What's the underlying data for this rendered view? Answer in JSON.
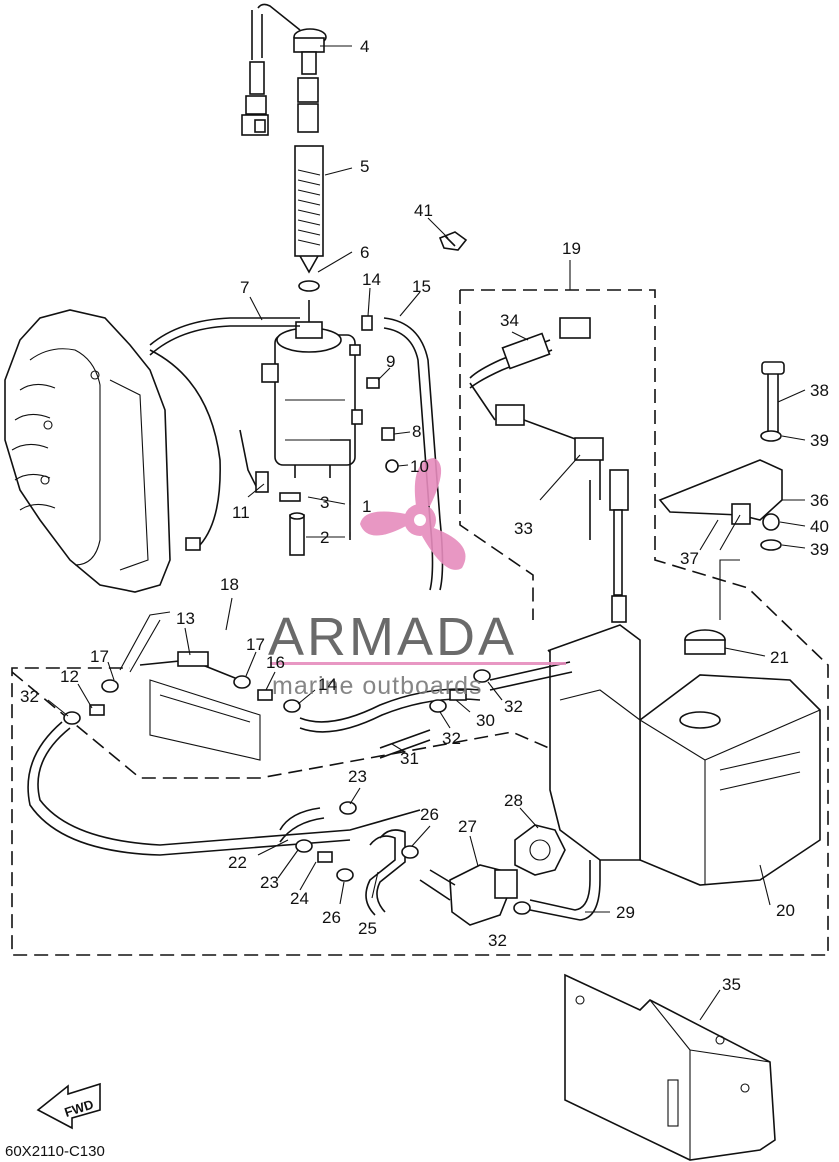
{
  "diagram": {
    "drawing_code": "60X2110-C130",
    "direction_label": "FWD",
    "callouts": {
      "c1": "1",
      "c2": "2",
      "c3": "3",
      "c4": "4",
      "c5": "5",
      "c6": "6",
      "c7": "7",
      "c8": "8",
      "c9": "9",
      "c10": "10",
      "c11": "11",
      "c12": "12",
      "c13": "13",
      "c14a": "14",
      "c14b": "14",
      "c15": "15",
      "c16": "16",
      "c17a": "17",
      "c17b": "17",
      "c18": "18",
      "c19": "19",
      "c20": "20",
      "c21": "21",
      "c22": "22",
      "c23a": "23",
      "c23b": "23",
      "c24": "24",
      "c25": "25",
      "c26a": "26",
      "c26b": "26",
      "c27": "27",
      "c28": "28",
      "c29": "29",
      "c30": "30",
      "c31": "31",
      "c32a": "32",
      "c32b": "32",
      "c32c": "32",
      "c32d": "32",
      "c33": "33",
      "c34": "34",
      "c35": "35",
      "c36": "36",
      "c37": "37",
      "c38": "38",
      "c39a": "39",
      "c39b": "39",
      "c40": "40",
      "c41": "41"
    }
  },
  "watermark": {
    "brand": "ARMADA",
    "tagline": "marine outboards",
    "logo": "propeller-logo",
    "color": "#e68cbd"
  }
}
